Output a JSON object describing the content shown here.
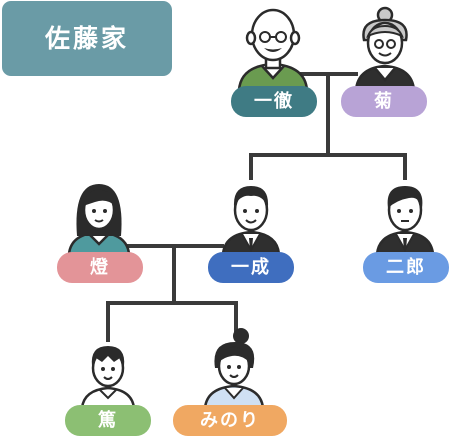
{
  "family": {
    "title": "佐藤家"
  },
  "colors": {
    "tag": "#6a9ba6",
    "line": "#3a3a3a",
    "skin": "#ffffff",
    "hair": "#2b2b2b",
    "grandma_hair": "#c9c9c9",
    "green_shirt": "#6a9b50",
    "teal_shirt": "#4f9a9e",
    "suit": "#2f2f2f",
    "blue_shirt": "#cfe0f3"
  },
  "people": {
    "grandfather": {
      "name": "一徹",
      "color": "#3f7b84"
    },
    "grandmother": {
      "name": "菊",
      "color": "#b8a3d6"
    },
    "daughter_in_law": {
      "name": "燈",
      "color": "#e39498"
    },
    "father": {
      "name": "一成",
      "color": "#3f6ebf"
    },
    "uncle": {
      "name": "二郎",
      "color": "#6a9be3"
    },
    "son": {
      "name": "篤",
      "color": "#8cbf73"
    },
    "daughter": {
      "name": "みのり",
      "color": "#f0a862"
    }
  }
}
